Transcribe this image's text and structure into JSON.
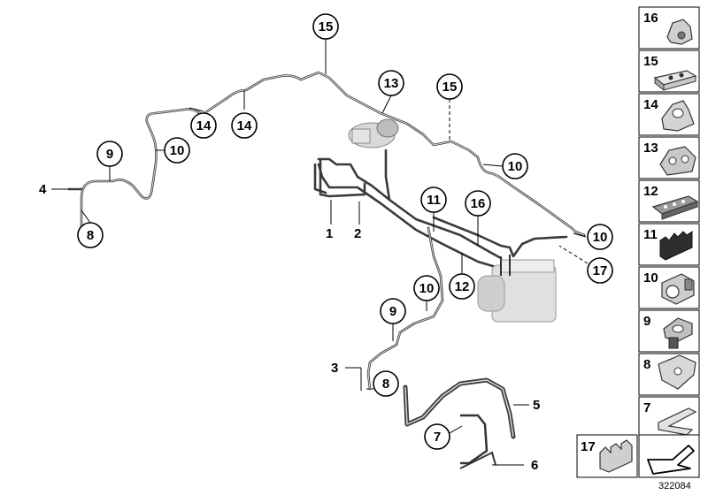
{
  "callouts": {
    "c15a": "15",
    "c13": "13",
    "c15b": "15",
    "c14a": "14",
    "c14b": "14",
    "c9a": "9",
    "c10a": "10",
    "c10b": "10",
    "c4": "4",
    "c8a": "8",
    "c1": "1",
    "c2": "2",
    "c11": "11",
    "c16": "16",
    "c10c": "10",
    "c17": "17",
    "c12": "12",
    "c10d": "10",
    "c9b": "9",
    "c3": "3",
    "c8b": "8",
    "c5": "5",
    "c7": "7",
    "c6": "6"
  },
  "panel": {
    "items": [
      {
        "num": "16",
        "icon": "clip-16-icon"
      },
      {
        "num": "15",
        "icon": "clip-15-icon"
      },
      {
        "num": "14",
        "icon": "clip-14-icon"
      },
      {
        "num": "13",
        "icon": "clip-13-icon"
      },
      {
        "num": "12",
        "icon": "clip-12-icon"
      },
      {
        "num": "11",
        "icon": "clip-11-icon"
      },
      {
        "num": "10",
        "icon": "clip-10-icon"
      },
      {
        "num": "9",
        "icon": "clip-9-icon"
      },
      {
        "num": "8",
        "icon": "clip-8-icon"
      },
      {
        "num": "7",
        "icon": "clip-7-icon"
      }
    ],
    "bottom": {
      "num": "17",
      "icon": "clip-17-icon",
      "arrow": "arrow-icon"
    }
  },
  "diagram_number": "322084"
}
